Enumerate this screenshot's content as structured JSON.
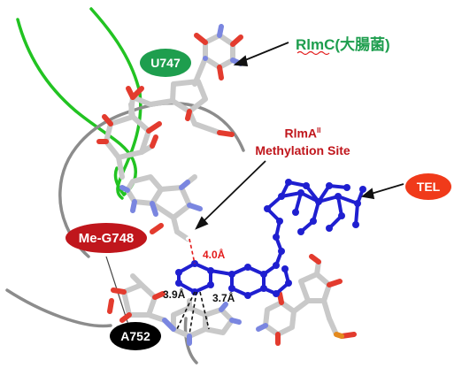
{
  "labels": {
    "u747": "U747",
    "rlmc_title": "RlmC(大腸菌)",
    "rlma_title_line1": "RlmA",
    "rlma_title_sup": "II",
    "rlma_title_line2": "Methylation Site",
    "tel": "TEL",
    "me_g748": "Me-G748",
    "a752": "A752",
    "dist_4": "4.0Å",
    "dist_39": "3.9Å",
    "dist_37": "3.7Å"
  },
  "colors": {
    "u747_badge": "#1e9e4e",
    "rlmc_text": "#1e9e4e",
    "rlma_text": "#c0161c",
    "tel_badge": "#f03a1a",
    "me_g748_badge": "#c0161c",
    "a752_badge": "#000000",
    "ligand": "#1f1fd0",
    "ribbon": "#22c322",
    "backbone": "#8c8c8c",
    "carbon": "#c9c9c9",
    "nitrogen": "#7a86e0",
    "oxygen": "#e33b2e",
    "phosphorus": "#e48a1e",
    "distance_red": "#e31b1b"
  }
}
